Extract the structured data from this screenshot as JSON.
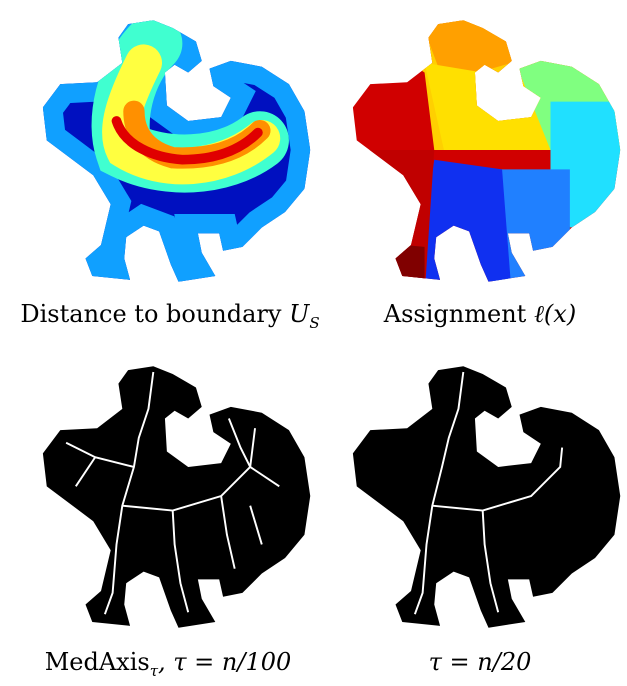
{
  "panels": [
    {
      "caption_text": "Distance to boundary ",
      "caption_math": "U",
      "caption_sub": "S"
    },
    {
      "caption_text": "Assignment ",
      "caption_math": "ℓ(x)"
    },
    {
      "caption_text": "MedAxis",
      "caption_sub": "τ",
      "caption_rest": ", τ = n/100"
    },
    {
      "caption_text": "τ = n/20"
    }
  ],
  "colors": {
    "background": "#ffffff",
    "silhouette": "#000000",
    "skeleton": "#ffffff",
    "distance_outer": "#1020d0",
    "distance_inner": "#d00000",
    "assignment_palette": [
      "#d00000",
      "#e84010",
      "#ffa000",
      "#ffe000",
      "#c0ff40",
      "#60ff90",
      "#20e0ff",
      "#1060ff",
      "#0010d0",
      "#900000"
    ]
  }
}
